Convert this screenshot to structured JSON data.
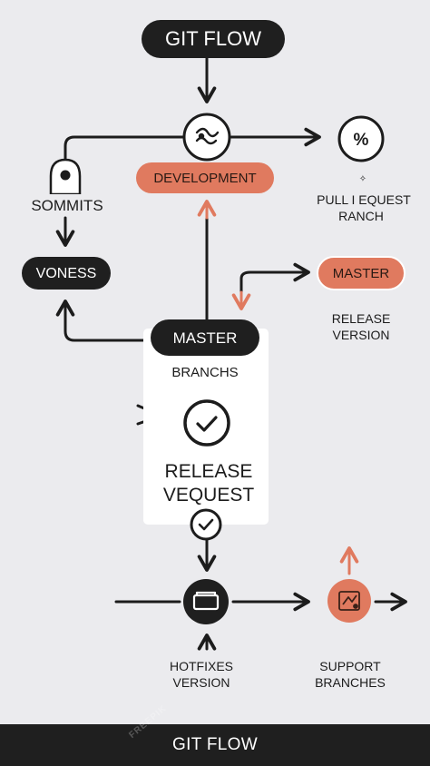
{
  "title": "GIT FLOW",
  "colors": {
    "background": "#ebebee",
    "dark": "#1f1f1f",
    "accent": "#e07a5f",
    "line": "#1c1c1c"
  },
  "nodes": {
    "development": "DEVELOPMENT",
    "sommits": "SOMMITS",
    "voness": "VONESS",
    "pull_request": {
      "line1": "PULL I EQUEST",
      "line2": "RANCH",
      "marker": "✧"
    },
    "master_orange": "MASTER",
    "release_version": {
      "line1": "RELEASE",
      "line2": "VERSION"
    },
    "master_dark": "MASTER",
    "branchs": "BRANCHS",
    "release_request": {
      "line1": "RELEASE",
      "line2": "VEQUEST"
    },
    "hotfixes": {
      "line1": "HOTFIXES",
      "line2": "VERSION"
    },
    "support": {
      "line1": "SUPPORT",
      "line2": "BRANCHES"
    },
    "percent_symbol": "%"
  },
  "icons": {
    "merge": "merge-icon",
    "percent": "percent-icon",
    "check_large": "check-circle-icon",
    "check_small": "check-small-icon",
    "hotfix": "hotfix-box-icon",
    "support": "support-branch-icon",
    "tag": "tag-icon"
  },
  "footer": {
    "title": "GIT FLOW"
  },
  "watermark": "FREEPIK"
}
